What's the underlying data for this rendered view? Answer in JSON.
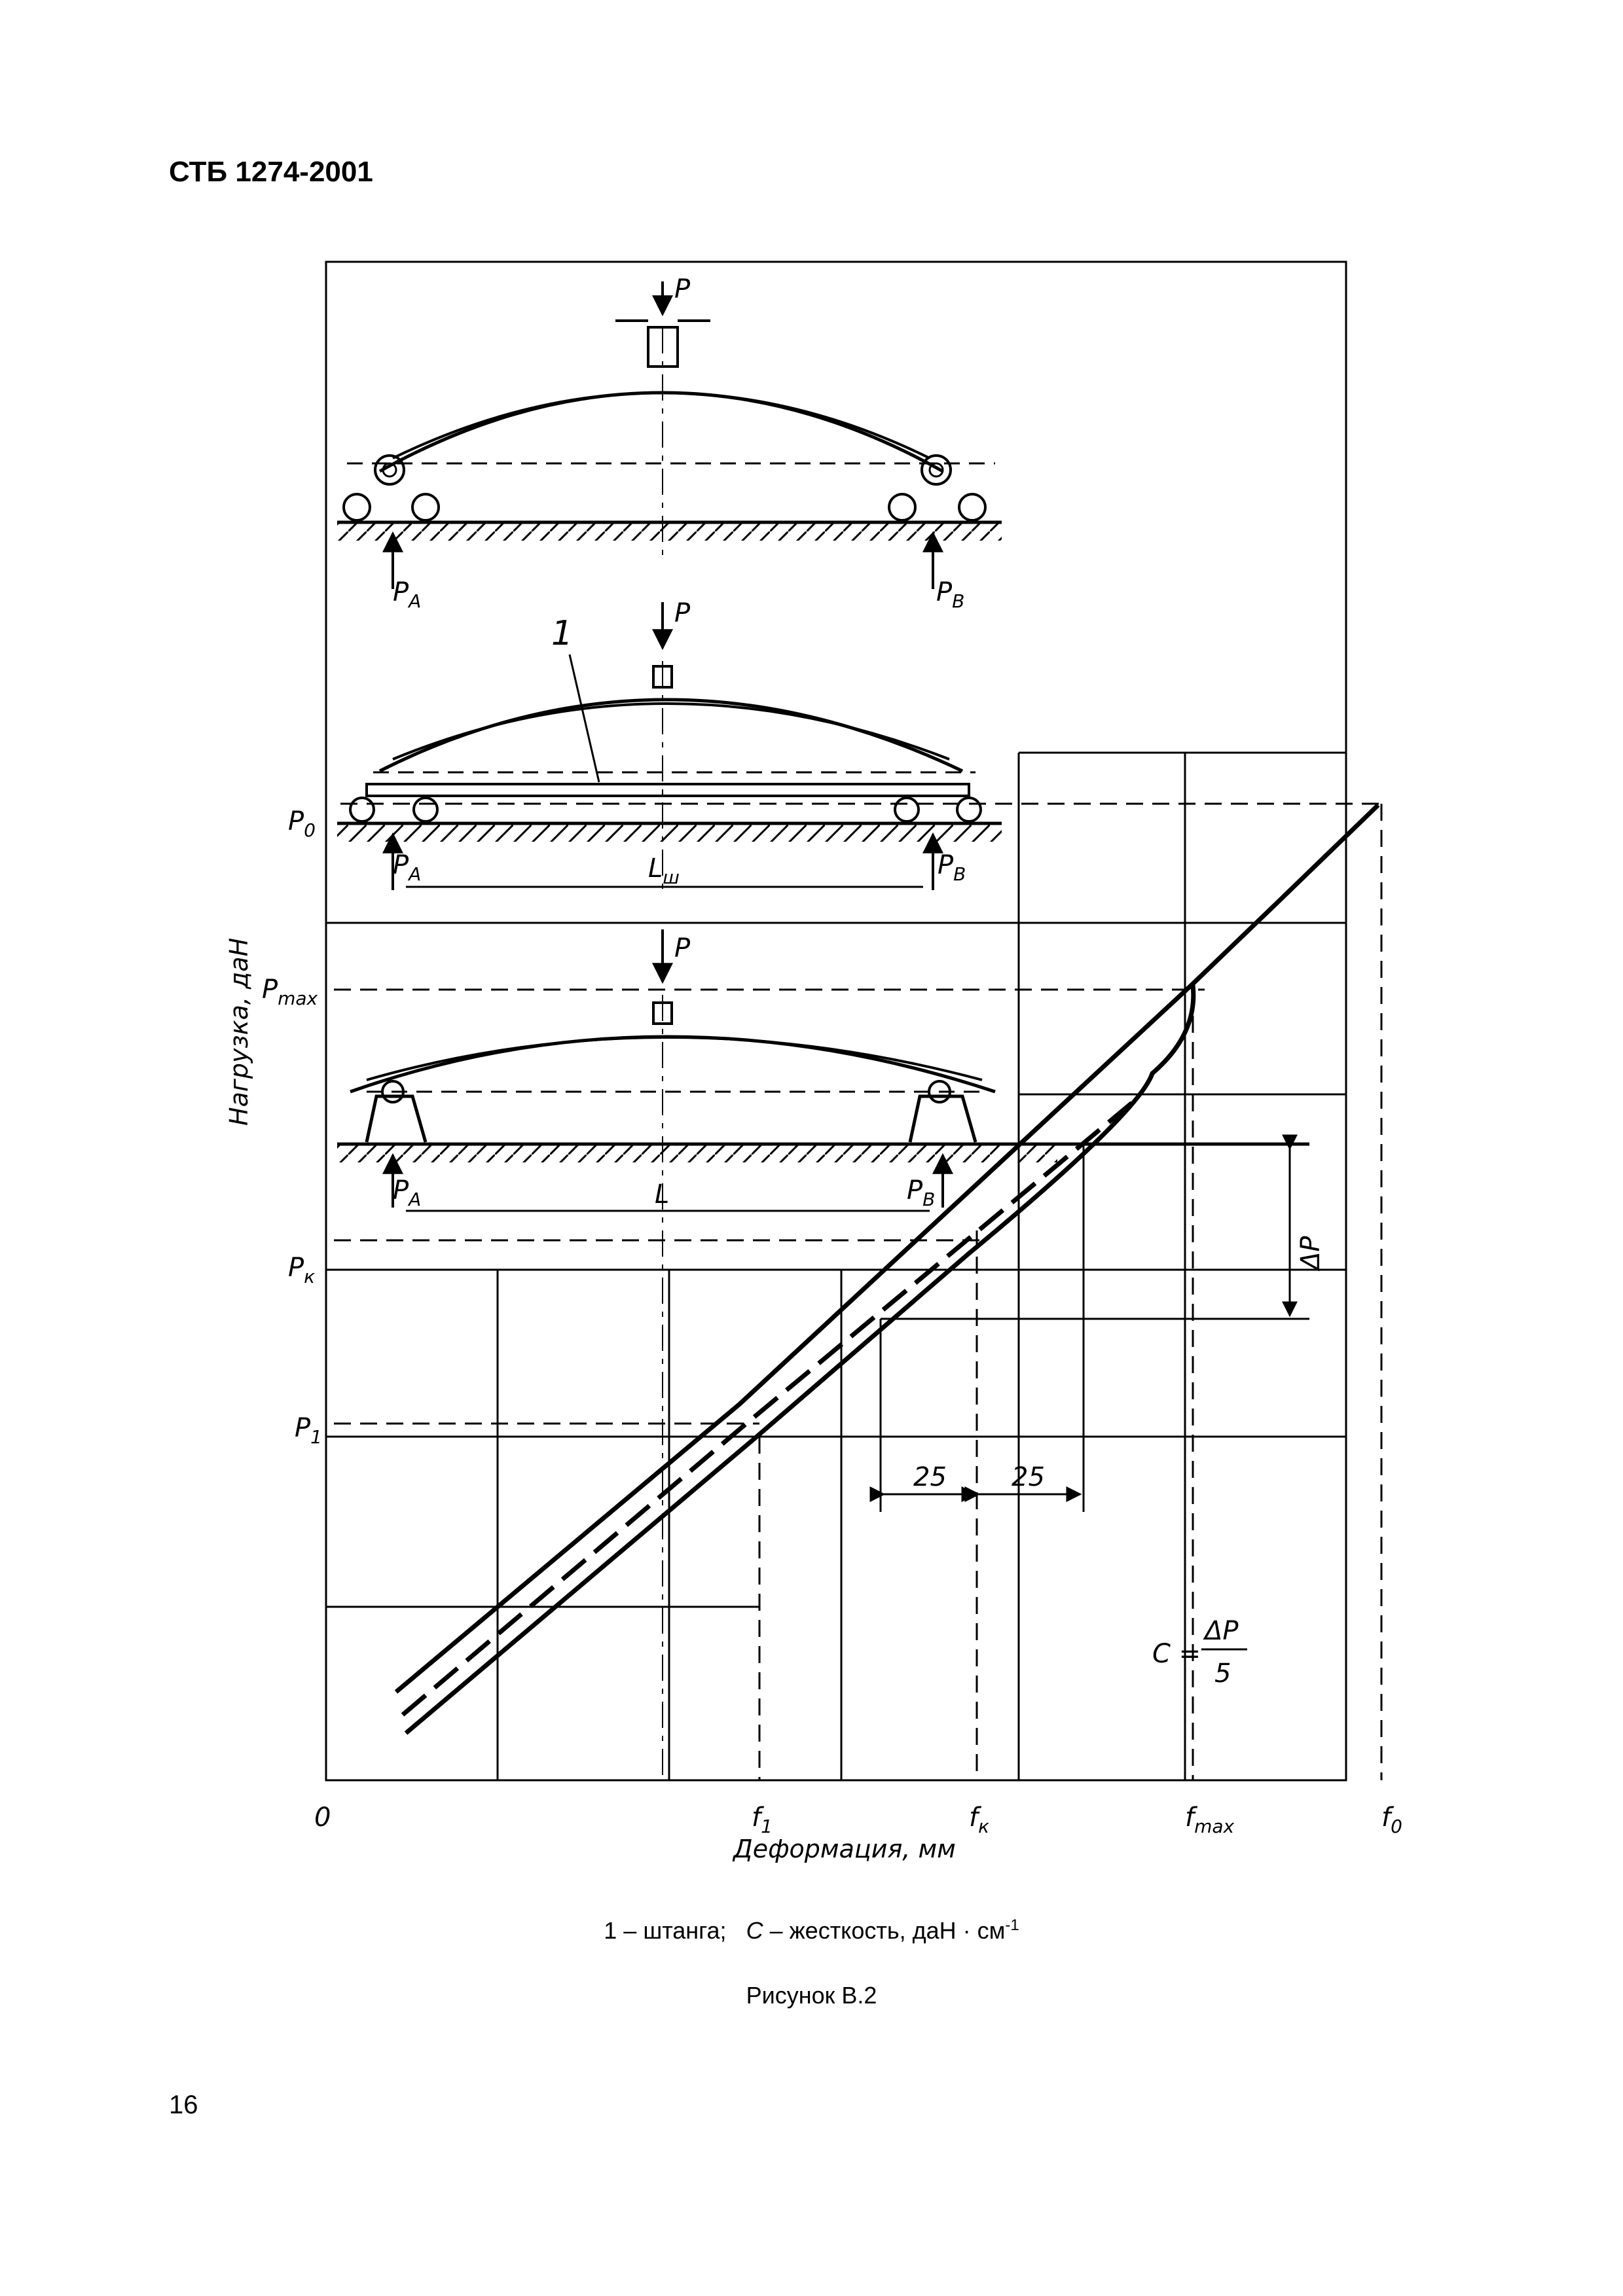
{
  "header": {
    "doc_code": "СТБ 1274-2001"
  },
  "figure": {
    "force_label": "P",
    "support_a": "A",
    "support_b": "B",
    "leader_number": "1",
    "span_shtanga_main": "L",
    "span_shtanga_sub": "ш",
    "span_main": "L",
    "y_axis_title": "Нагрузка, даН",
    "x_axis_title": "Деформация, мм",
    "origin": "0",
    "y_labels": {
      "p0": {
        "main": "P",
        "sub": "0"
      },
      "pmax": {
        "main": "P",
        "sub": "max"
      },
      "pk": {
        "main": "P",
        "sub": "к"
      },
      "p1": {
        "main": "P",
        "sub": "1"
      }
    },
    "x_labels": {
      "f1": {
        "main": "f",
        "sub": "1"
      },
      "fk": {
        "main": "f",
        "sub": "к"
      },
      "fmax": {
        "main": "f",
        "sub": "max"
      },
      "f0": {
        "main": "f",
        "sub": "0"
      }
    },
    "delta_p": "ΔP",
    "dim_left": "25",
    "dim_right": "25",
    "stiffness_formula": {
      "lhs": "C =",
      "num": "ΔP",
      "den": "5"
    }
  },
  "caption": {
    "legend_prefix": "1 – штанга;",
    "legend_c": "C",
    "legend_text": " – жесткость, даН · см",
    "legend_sup": "-1",
    "title": "Рисунок В.2"
  },
  "footer": {
    "page_number": "16"
  }
}
